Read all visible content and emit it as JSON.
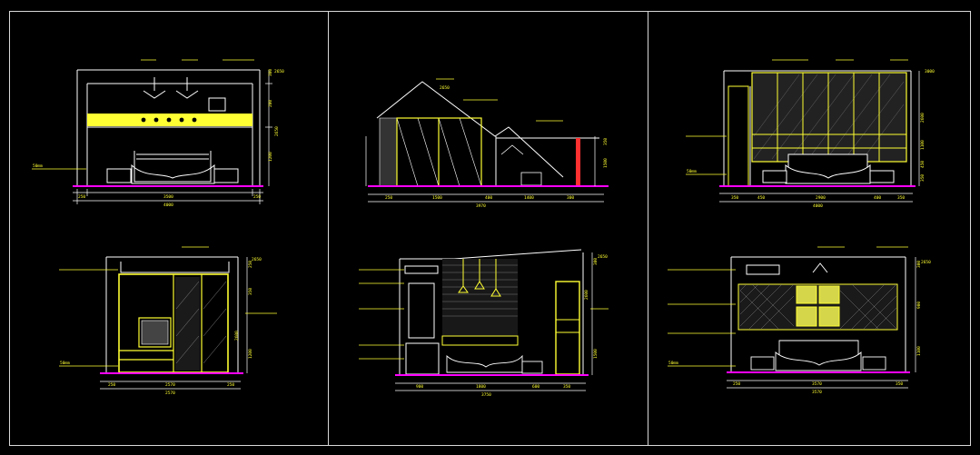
{
  "sheet": {
    "colors": {
      "background": "#000000",
      "frame": "#d9d9d9",
      "line": "#ffffff",
      "furniture": "#ffff33",
      "accent": "#ff00ff",
      "red": "#ff3030",
      "cyan": "#66ffff"
    }
  },
  "elevations": [
    {
      "top_dims": [
        "2650"
      ],
      "right_dims": [
        "300",
        "200",
        "2650",
        "1200"
      ],
      "bottom_dims": [
        "250",
        "3500",
        "250"
      ],
      "total": "4000",
      "left_note": "50mm"
    },
    {
      "top_dims": [
        "2650"
      ],
      "right_dims": [
        "350",
        "1500"
      ],
      "bottom_dims": [
        "250",
        "1500",
        "400",
        "1400",
        "300"
      ],
      "total": "3970",
      "left_note": ""
    },
    {
      "top_dims": [
        "3000"
      ],
      "right_dims": [
        "2600",
        "1100",
        "450",
        "350"
      ],
      "bottom_dims": [
        "350",
        "450",
        "2900",
        "400",
        "350"
      ],
      "total": "4000",
      "left_note": "50mm"
    },
    {
      "top_dims": [
        "2650"
      ],
      "right_dims": [
        "250",
        "350",
        "2600",
        "1200"
      ],
      "bottom_dims": [
        "250",
        "2570",
        "250"
      ],
      "total": "2570",
      "left_note": "50mm"
    },
    {
      "top_dims": [
        "2650"
      ],
      "right_dims": [
        "300",
        "2600",
        "1500"
      ],
      "bottom_dims": [
        "900",
        "1800",
        "600",
        "350"
      ],
      "total": "3750",
      "left_note": ""
    },
    {
      "top_dims": [
        "2650"
      ],
      "right_dims": [
        "300",
        "900",
        "1100"
      ],
      "bottom_dims": [
        "250",
        "3570",
        "350"
      ],
      "total": "3570",
      "left_note": "50mm"
    }
  ]
}
